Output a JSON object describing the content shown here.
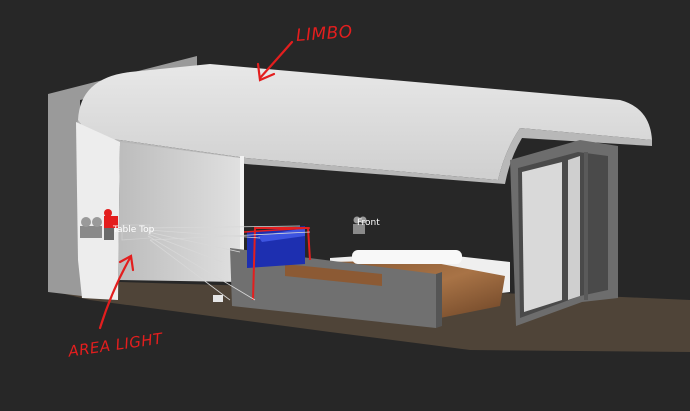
{
  "viewport": {
    "background": "#272727",
    "accent_color": "#e31e1e"
  },
  "scene": {
    "camera_labels": [
      {
        "text": "Table Top",
        "icon": "camera-icon"
      },
      {
        "text": "Front",
        "icon": "camera-icon"
      }
    ],
    "annotations": [
      {
        "text": "LIMBO",
        "icon": "arrow-icon"
      },
      {
        "text": "AREA LIGHT",
        "icon": "arrow-icon"
      }
    ]
  }
}
